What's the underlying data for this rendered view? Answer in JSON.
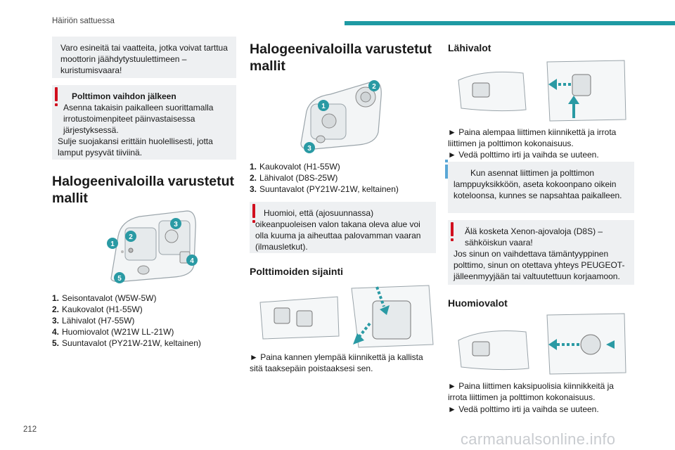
{
  "header": {
    "section_title": "Häiriön sattuessa",
    "accent_color": "#1e9aa3"
  },
  "page_number": "212",
  "watermark": "carmanualsonline.info",
  "col1": {
    "note1": "Varo esineitä tai vaatteita, jotka voivat tarttua moottorin jäähdytystuulettimeen – kuristumisvaara!",
    "warn_title": "Polttimon vaihdon jälkeen",
    "warn_text1": "Asenna takaisin paikalleen suorittamalla irrotustoimenpiteet päinvastaisessa järjestyksessä.",
    "warn_text2": "Sulje suojakansi erittäin huolellisesti, jotta lamput pysyvät tiiviinä.",
    "heading": "Halogeenivaloilla varustetut mallit",
    "list": [
      {
        "n": "1.",
        "text": "Seisontavalot (W5W-5W)"
      },
      {
        "n": "2.",
        "text": "Kaukovalot (H1-55W)"
      },
      {
        "n": "3.",
        "text": "Lähivalot (H7-55W)"
      },
      {
        "n": "4.",
        "text": "Huomiovalot (W21W LL-21W)"
      },
      {
        "n": "5.",
        "text": "Suuntavalot (PY21W-21W, keltainen)"
      }
    ],
    "badges": [
      "1",
      "2",
      "3",
      "4",
      "5"
    ]
  },
  "col2": {
    "heading": "Halogeenivaloilla varustetut mallit",
    "badges": [
      "1",
      "2",
      "3"
    ],
    "list": [
      {
        "n": "1.",
        "text": "Kaukovalot (H1-55W)"
      },
      {
        "n": "2.",
        "text": "Lähivalot (D8S-25W)"
      },
      {
        "n": "3.",
        "text": "Suuntavalot (PY21W-21W, keltainen)"
      }
    ],
    "warn_text": "Huomioi, että (ajosuunnassa) oikeanpuoleisen valon takana oleva alue voi olla kuuma ja aiheuttaa palovamman vaaran (ilmausletkut).",
    "subheading": "Polttimoiden sijainti",
    "step": "► Paina kannen ylempää kiinnikettä ja kallista sitä taaksepäin poistaaksesi sen."
  },
  "col3": {
    "subheading1": "Lähivalot",
    "step1": "► Paina alempaa liittimen kiinnikettä ja irrota liittimen ja polttimon kokonaisuus.",
    "step2": "► Vedä polttimo irti ja vaihda se uuteen.",
    "info_text": "Kun asennat liittimen ja polttimon lamppuyksikköön, aseta kokoonpano oikein koteloonsa, kunnes se napsahtaa paikalleen.",
    "warn_text1": "Älä kosketa Xenon-ajovaloja (D8S) – sähköiskun vaara!",
    "warn_text2": "Jos sinun on vaihdettava tämäntyyppinen polttimo, sinun on otettava yhteys PEUGEOT-jälleenmyyjään tai valtuutettuun korjaamoon.",
    "subheading2": "Huomiovalot",
    "step3": "► Paina liittimen kaksipuolisia kiinnikkeitä ja irrota liittimen ja polttimon kokonaisuus.",
    "step4": "► Vedä polttimo irti ja vaihda se uuteen."
  }
}
